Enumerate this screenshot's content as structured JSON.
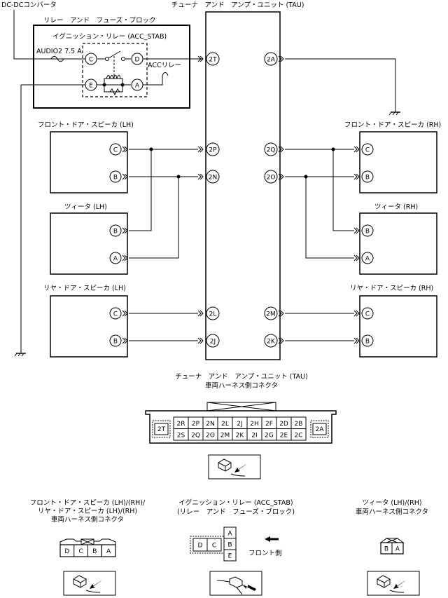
{
  "labels": {
    "dcdc": "DC-DCコンバータ",
    "relay_block": "リレー　アンド　フューズ・ブロック",
    "ign_relay": "イグニッション・リレー (ACC_STAB)",
    "fuse": "AUDIO2 7.5 A",
    "acc_relay": "ACCリレー",
    "tau": "チューナ　アンド　アンプ・ユニット (TAU)",
    "fd_lh": "フロント・ドア・スピーカ (LH)",
    "fd_rh": "フロント・ドア・スピーカ (RH)",
    "tw_lh": "ツィータ (LH)",
    "tw_rh": "ツィータ (RH)",
    "rd_lh": "リヤ・ドア・スピーカ (LH)",
    "rd_rh": "リヤ・ドア・スピーカ (RH)"
  },
  "pins": {
    "relay_c": "C",
    "relay_d": "D",
    "relay_e": "E",
    "relay_a": "A",
    "fd_lh_c": "C",
    "fd_lh_b": "B",
    "tw_lh_b": "B",
    "tw_lh_a": "A",
    "rd_lh_c": "C",
    "rd_lh_b": "B",
    "fd_rh_c": "C",
    "fd_rh_b": "B",
    "tw_rh_b": "B",
    "tw_rh_a": "A",
    "rd_rh_c": "C",
    "rd_rh_b": "B",
    "tau_2t": "2T",
    "tau_2p": "2P",
    "tau_2n": "2N",
    "tau_2l": "2L",
    "tau_2j": "2J",
    "tau_2a": "2A",
    "tau_2q": "2Q",
    "tau_2o": "2O",
    "tau_2m": "2M",
    "tau_2k": "2K"
  },
  "connectors": {
    "tau_title_1": "チューナ　アンド　アンプ・ユニット (TAU)",
    "tau_title_2": "車両ハーネス側コネクタ",
    "tau_row1": [
      "2R",
      "2P",
      "2N",
      "2L",
      "2J",
      "2H",
      "2F",
      "2D",
      "2B"
    ],
    "tau_row2": [
      "2S",
      "2Q",
      "2O",
      "2M",
      "2K",
      "2I",
      "2G",
      "2E",
      "2C"
    ],
    "tau_left": "2T",
    "tau_right": "2A",
    "spk_title_1": "フロント・ドア・スピーカ (LH)/(RH)/",
    "spk_title_2": "リヤ・ドア・スピーカ (LH)/(RH)",
    "spk_title_3": "車両ハーネス側コネクタ",
    "spk_pins": [
      "D",
      "C",
      "B",
      "A"
    ],
    "relay_title_1": "イグニッション・リレー (ACC_STAB)",
    "relay_title_2": "(リレー　アンド　フューズ・ブロック)",
    "relay_pins_left": [
      "D",
      "C"
    ],
    "relay_pins_right": [
      "A",
      "B",
      "E"
    ],
    "front_side": "フロント側",
    "tw_title_1": "ツィータ (LH)/(RH)",
    "tw_title_2": "車両ハーネス側コネクタ",
    "tw_pins": [
      "B",
      "A"
    ]
  }
}
